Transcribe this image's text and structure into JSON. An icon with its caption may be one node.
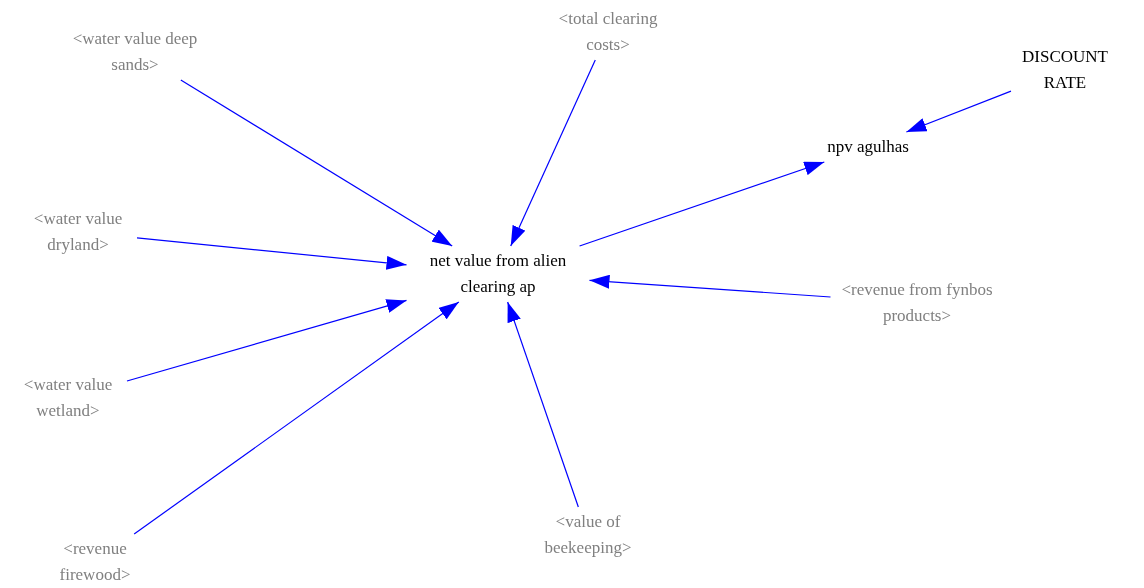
{
  "diagram": {
    "nodes": [
      {
        "text": [
          "<water value deep sands>"
        ]
      },
      {
        "text": [
          "<total clearing costs>"
        ]
      },
      {
        "text": [
          "DISCOUNT RATE"
        ]
      },
      {
        "text": [
          "npv agulhas"
        ]
      },
      {
        "text": [
          "<water value dryland>"
        ]
      },
      {
        "text": [
          "net value from alien clearing ap"
        ]
      },
      {
        "text": [
          "<revenue from fynbos products>"
        ]
      },
      {
        "text": [
          "<water value wetland>"
        ]
      },
      {
        "text": [
          "<revenue firewood>"
        ]
      },
      {
        "text": [
          "<value of beekeeping>"
        ]
      }
    ],
    "edges": [
      {
        "from": 0,
        "to": 5,
        "arrow": "to"
      },
      {
        "from": 1,
        "to": 5,
        "arrow": "to"
      },
      {
        "from": 2,
        "to": 3,
        "arrow": "to"
      },
      {
        "from": 5,
        "to": 3,
        "arrow": "to"
      },
      {
        "from": 4,
        "to": 5,
        "arrow": "to"
      },
      {
        "from": 6,
        "to": 5,
        "arrow": "to"
      },
      {
        "from": 7,
        "to": 5,
        "arrow": "to"
      },
      {
        "from": 8,
        "to": 5,
        "arrow": "to"
      },
      {
        "from": 9,
        "to": 5,
        "arrow": "to"
      }
    ]
  }
}
